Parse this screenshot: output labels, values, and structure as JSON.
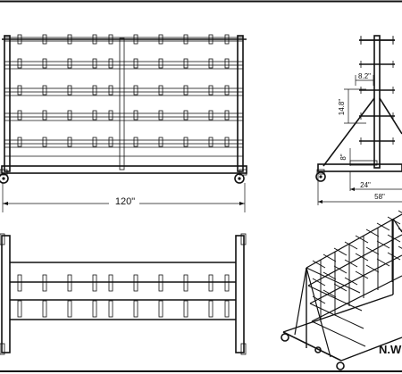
{
  "diagram": {
    "front_view": {
      "width_dimension": "120\""
    },
    "side_view": {
      "arm_spacing_dimension": "8.2\"",
      "vertical_spacing_dimension": "14.8\"",
      "base_height_dimension": "8\"",
      "inner_width_dimension": "24\"",
      "base_width_dimension": "58\""
    },
    "isometric_view": {
      "caption": "N.W"
    }
  }
}
